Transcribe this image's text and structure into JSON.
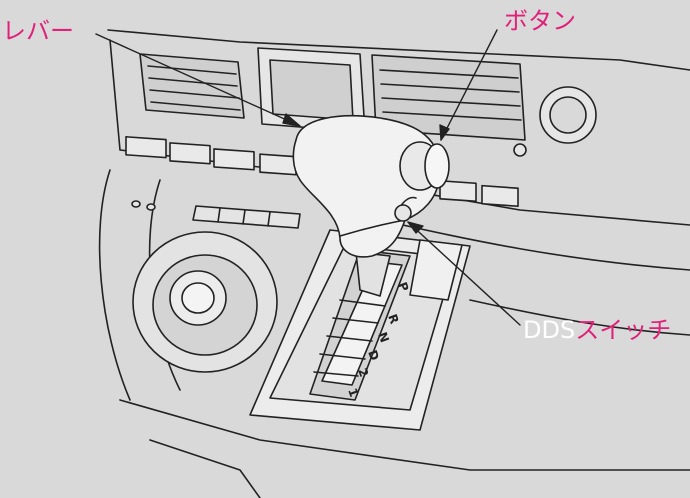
{
  "labels": {
    "lever": "レバー",
    "button": "ボタン",
    "dds_prefix": "DDS",
    "dds_suffix": "スイッチ"
  },
  "gate_letters": [
    "P",
    "R",
    "N",
    "D",
    "2",
    "1"
  ],
  "colors": {
    "background": "#d9d9d9",
    "label": "#e0207a",
    "line": "#222222",
    "knob": "#f2f2f2"
  }
}
